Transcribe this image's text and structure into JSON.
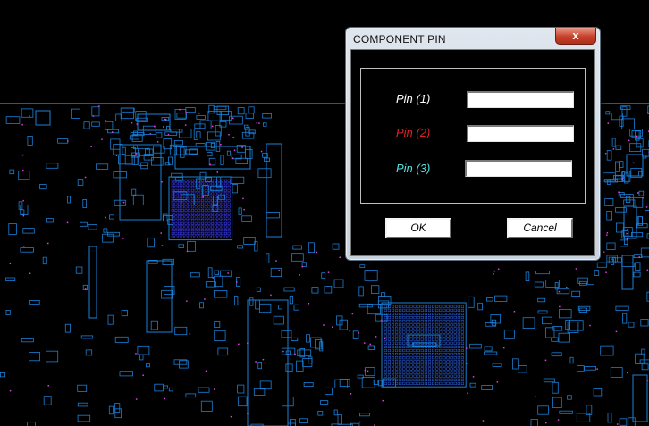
{
  "background": {
    "color": "#000000",
    "trace_color": "#1a7fd6",
    "via_color": "#e040e0",
    "marker_line_color": "#cc1a1a"
  },
  "dialog": {
    "title": "COMPONENT PIN",
    "close_glyph": "x",
    "close_icon": "close-icon",
    "fields": [
      {
        "label": "Pin (1)",
        "value": "",
        "label_color": "#ffffff"
      },
      {
        "label": "Pin (2)",
        "value": "",
        "label_color": "#e02020"
      },
      {
        "label": "Pin (3)",
        "value": "",
        "label_color": "#4fe0e0"
      }
    ],
    "ok_label": "OK",
    "cancel_label": "Cancel"
  }
}
